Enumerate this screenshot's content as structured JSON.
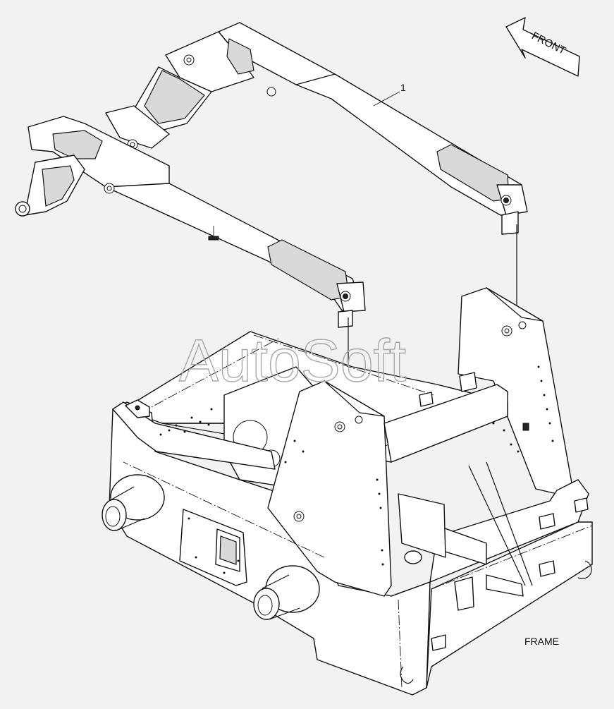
{
  "diagram": {
    "callout_number": "1",
    "front_arrow_label": "FRONT",
    "section_label": "FRAME",
    "watermark": "AutoSoft"
  }
}
